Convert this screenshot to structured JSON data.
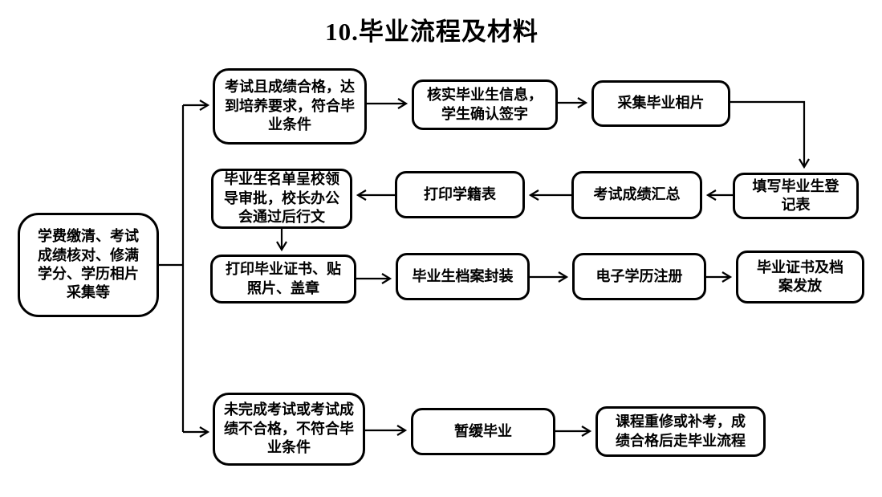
{
  "title": "10.毕业流程及材料",
  "colors": {
    "line": "#000000",
    "background": "#ffffff",
    "text": "#000000"
  },
  "nodes": {
    "entry": {
      "label": "学费缴清、考试\n成绩核对、修满\n学分、学历相片\n采集等"
    },
    "exam_pass": {
      "label": "考试且成绩合格，达\n到培养要求，符合毕\n业条件"
    },
    "verify_info": {
      "label": "核实毕业生信息，\n学生确认签字"
    },
    "photo_collect": {
      "label": "采集毕业相片"
    },
    "registration_form": {
      "label": "填写毕业生登\n记表"
    },
    "score_summary": {
      "label": "考试成绩汇总"
    },
    "print_record": {
      "label": "打印学籍表"
    },
    "approval": {
      "label": "毕业生名单呈校领\n导审批，校长办公\n会通过后行文"
    },
    "print_certificate": {
      "label": "打印毕业证书、贴\n照片、盖章"
    },
    "archive_seal": {
      "label": "毕业生档案封装"
    },
    "e_registration": {
      "label": "电子学历注册"
    },
    "issue": {
      "label": "毕业证书及档\n案发放"
    },
    "exam_fail": {
      "label": "未完成考试或考试成\n绩不合格，不符合毕\n业条件"
    },
    "postpone": {
      "label": "暂缓毕业"
    },
    "retake": {
      "label": "课程重修或补考，成\n绩合格后走毕业流程"
    }
  }
}
